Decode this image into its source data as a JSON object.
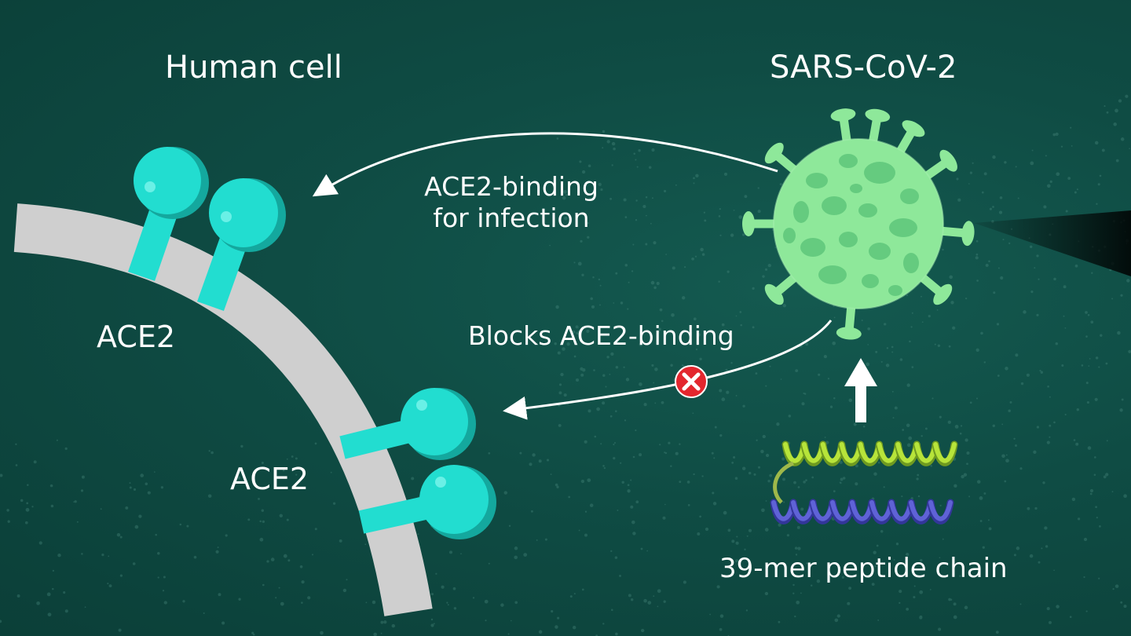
{
  "labels": {
    "human_cell": "Human cell",
    "virus": "SARS-CoV-2",
    "ace2_upper": "ACE2",
    "ace2_lower": "ACE2",
    "binding_line1": "ACE2-binding",
    "binding_line2": "for infection",
    "blocks": "Blocks ACE2-binding",
    "peptide": "39-mer peptide chain"
  },
  "colors": {
    "background": "#0f4c44",
    "membrane": "#cfcfcf",
    "receptor": "#22ddd0",
    "receptor_shade": "#14a89e",
    "virus": "#8ee89a",
    "virus_spots": "#5fc77b",
    "block_marker": "#e3262e",
    "helix_top": "#b7e43a",
    "helix_bottom": "#5f62d6"
  },
  "icons": {
    "block_marker": "x-circle-icon"
  }
}
